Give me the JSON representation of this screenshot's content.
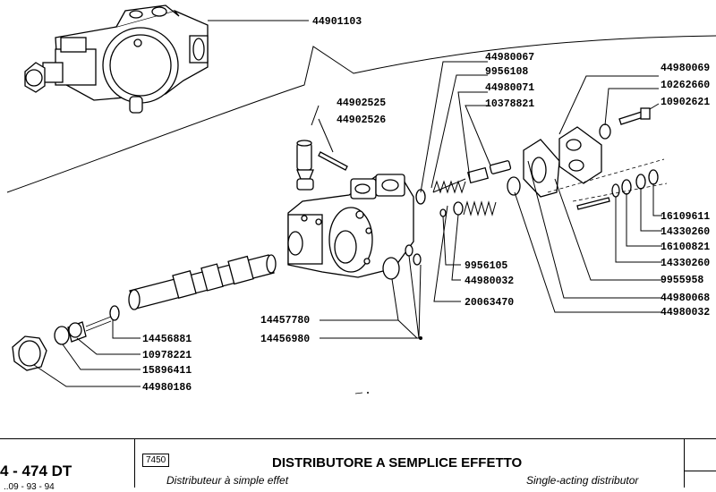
{
  "parts": {
    "p44901103": "44901103",
    "p44902525": "44902525",
    "p44902526": "44902526",
    "p44980067": "44980067",
    "p9956108": "9956108",
    "p44980071": "44980071",
    "p10378821": "10378821",
    "p44980069": "44980069",
    "p10262660": "10262660",
    "p10902621": "10902621",
    "p16109611": "16109611",
    "p14330260a": "14330260",
    "p16100821": "16100821",
    "p14330260b": "14330260",
    "p9955958": "9955958",
    "p44980068": "44980068",
    "p44980032b": "44980032",
    "p9956105": "9956105",
    "p44980032a": "44980032",
    "p20063470": "20063470",
    "p14457780": "14457780",
    "p14456980": "14456980",
    "p14456881": "14456881",
    "p10978221": "10978221",
    "p15896411": "15896411",
    "p44980186": "44980186"
  },
  "footer": {
    "model": "4 - 474 DT",
    "dates": "..09 - 93 - 94",
    "ref_code": "7450",
    "title_it": "DISTRIBUTORE A SEMPLICE EFFETTO",
    "title_fr": "Distributeur à simple effet",
    "title_en": "Single-acting distributor"
  }
}
